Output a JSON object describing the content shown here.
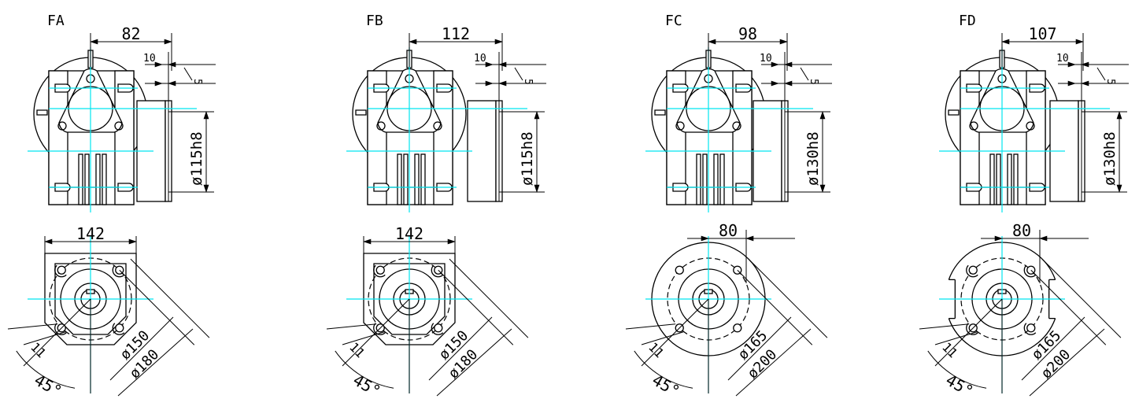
{
  "colors": {
    "line": "#000000",
    "centerline": "#00e5f0",
    "hatch": "#e02020",
    "hatch_fill": "#f8c8c8"
  },
  "views": [
    {
      "label": "FA",
      "side_width": "82",
      "top_gap": "10",
      "top_small": "5",
      "pilot": "ø115h8",
      "front_width": "142",
      "pcd": "ø150",
      "outer": "ø180",
      "hole": "11",
      "angle": "45°",
      "flange": "square"
    },
    {
      "label": "FB",
      "side_width": "112",
      "top_gap": "10",
      "top_small": "5",
      "pilot": "ø115h8",
      "front_width": "142",
      "pcd": "ø150",
      "outer": "ø180",
      "hole": "11",
      "angle": "45°",
      "flange": "square"
    },
    {
      "label": "FC",
      "side_width": "98",
      "top_gap": "10",
      "top_small": "5",
      "pilot": "ø130h8",
      "front_width": "80",
      "pcd": "ø165",
      "outer": "ø200",
      "hole": "11",
      "angle": "45°",
      "flange": "round"
    },
    {
      "label": "FD",
      "side_width": "107",
      "top_gap": "10",
      "top_small": "5",
      "pilot": "ø130h8",
      "front_width": "80",
      "pcd": "ø165",
      "outer": "ø200",
      "hole": "11",
      "angle": "45°",
      "flange": "notched"
    }
  ]
}
